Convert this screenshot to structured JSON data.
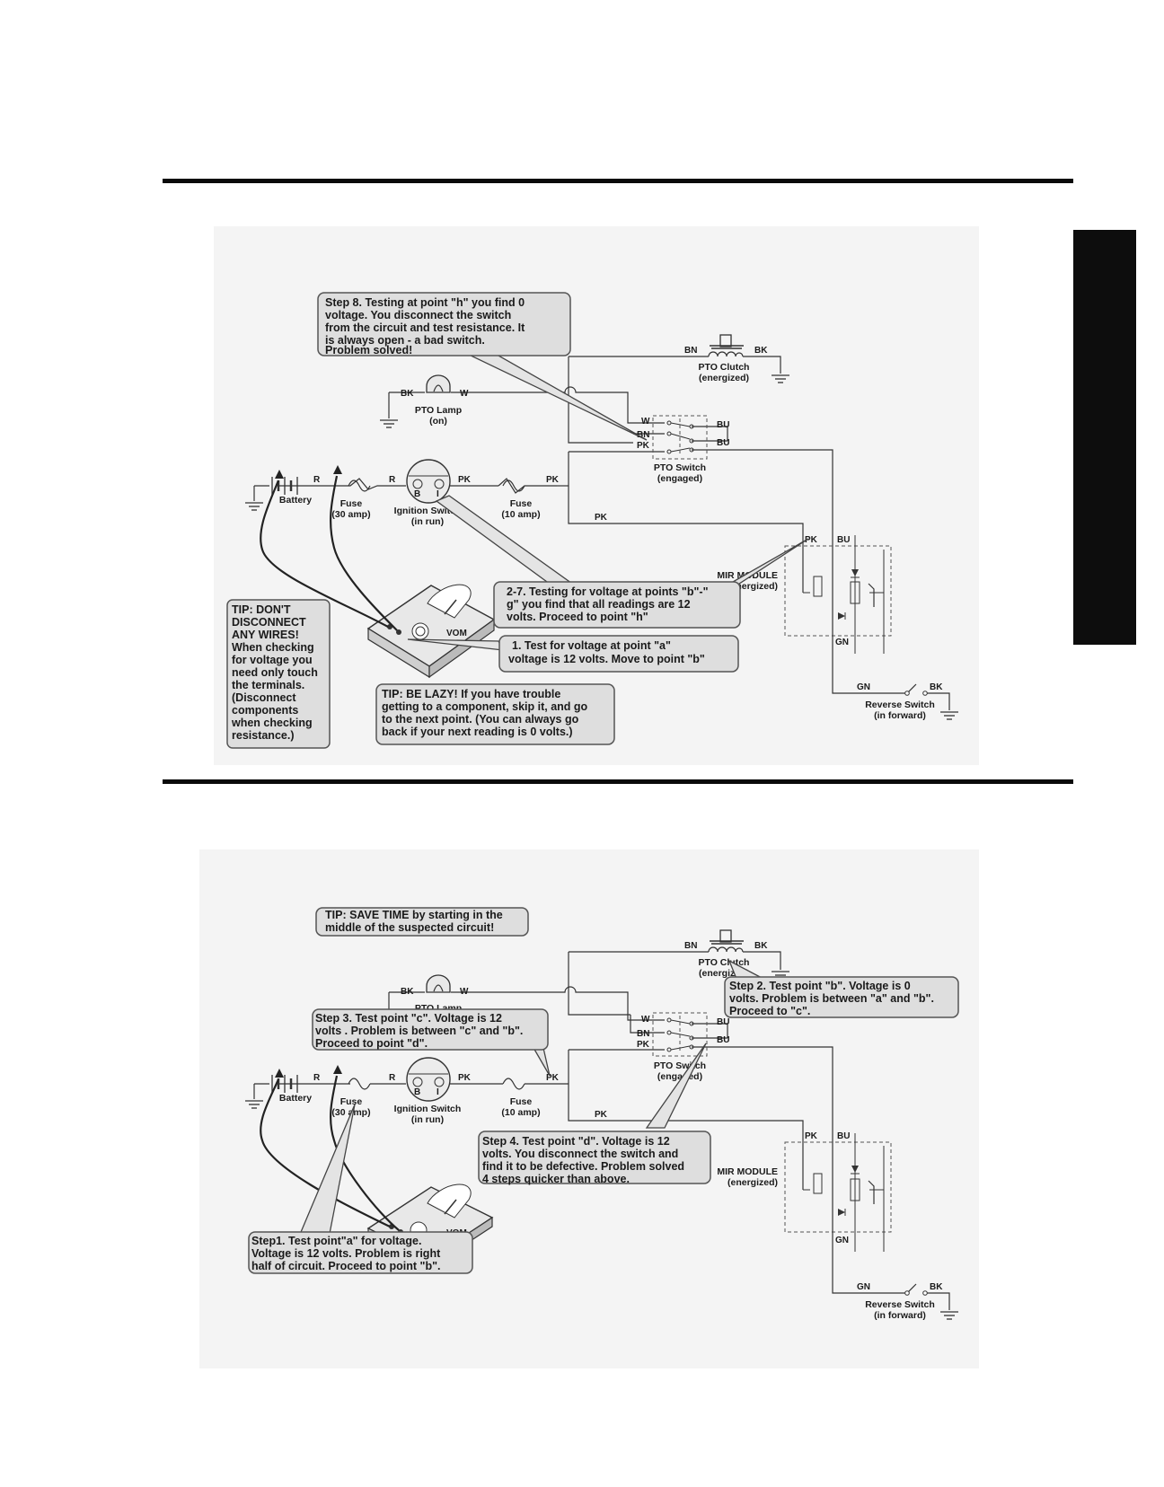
{
  "diagram1": {
    "wire_labels": {
      "bn_clutch": "BN",
      "bk_clutch": "BK",
      "bk_lamp": "BK",
      "w_lamp": "W",
      "sw_w": "W",
      "sw_bn": "BN",
      "sw_pk": "PK",
      "sw_bu1": "BU",
      "sw_bu2": "BU",
      "bat_r": "R",
      "ign_r": "R",
      "ign_pk": "PK",
      "fuse10_pk": "PK",
      "mod_pk_in": "PK",
      "mod_pk": "PK",
      "mod_bu": "BU",
      "mod_gn": "GN",
      "rev_gn": "GN",
      "rev_bk": "BK",
      "ign_b": "B",
      "ign_i": "I"
    },
    "components": {
      "pto_clutch": "PTO Clutch",
      "pto_clutch_state": "(energized)",
      "pto_lamp": "PTO Lamp",
      "pto_lamp_state": "(on)",
      "pto_switch": "PTO Switch",
      "pto_switch_state": "(engaged)",
      "battery": "Battery",
      "fuse30": "Fuse",
      "fuse30_rating": "(30 amp)",
      "ignition": "Ignition Switch",
      "ignition_state": "(in run)",
      "fuse10": "Fuse",
      "fuse10_rating": "(10 amp)",
      "module": "MIR MODULE",
      "module_state": "(energized)",
      "reverse": "Reverse Switch",
      "reverse_state": "(in forward)",
      "meter_label": "VOM"
    },
    "callouts": {
      "step8": [
        "Step 8. Testing at point \"h\" you find 0",
        "voltage. You disconnect the switch",
        "from the circuit and test resistance. It",
        "is always open - a bad switch.",
        "Problem solved!"
      ],
      "step2_7": [
        "2-7. Testing for voltage at points \"b\"-\"",
        "g\" you find that all readings are 12",
        "volts. Proceed to point \"h\""
      ],
      "step1": [
        "1. Test for voltage at point \"a\"",
        "voltage is 12 volts. Move to point \"b\""
      ],
      "tip_dont": [
        "TIP: DON'T",
        "DISCONNECT",
        "ANY WIRES!",
        "When checking",
        "for voltage you",
        "need only touch",
        "the terminals.",
        "(Disconnect",
        "components",
        "when checking",
        "resistance.)"
      ],
      "tip_lazy": [
        "TIP: BE LAZY! If you have trouble",
        "getting to a component, skip it, and go",
        "to the next point. (You can always go",
        "back if your next reading is 0 volts.)"
      ]
    }
  },
  "diagram2": {
    "wire_labels": {
      "bn_clutch": "BN",
      "bk_clutch": "BK",
      "bk_lamp": "BK",
      "w_lamp": "W",
      "sw_w": "W",
      "sw_bn": "BN",
      "sw_pk": "PK",
      "sw_bu1": "BU",
      "sw_bu2": "BU",
      "bat_r": "R",
      "ign_r": "R",
      "ign_pk": "PK",
      "fuse10_pk": "PK",
      "mod_pk_in": "PK",
      "mod_pk": "PK",
      "mod_bu": "BU",
      "mod_gn": "GN",
      "rev_gn": "GN",
      "rev_bk": "BK",
      "ign_b": "B",
      "ign_i": "I"
    },
    "components": {
      "pto_clutch": "PTO Clutch",
      "pto_clutch_state": "(energized)",
      "pto_lamp": "PTO Lamp",
      "pto_switch": "PTO Switch",
      "pto_switch_state": "(engaged)",
      "battery": "Battery",
      "fuse30": "Fuse",
      "fuse30_rating": "(30 amp)",
      "ignition": "Ignition Switch",
      "ignition_state": "(in run)",
      "fuse10": "Fuse",
      "fuse10_rating": "(10 amp)",
      "module": "MIR MODULE",
      "module_state": "(energized)",
      "reverse": "Reverse Switch",
      "reverse_state": "(in forward)",
      "meter_label": "VOM"
    },
    "callouts": {
      "tip_save": [
        "TIP: SAVE TIME by starting in the",
        "middle of the suspected circuit!"
      ],
      "step2": [
        "Step 2. Test point \"b\". Voltage is 0",
        "volts. Problem is between \"a\" and \"b\".",
        "Proceed to \"c\"."
      ],
      "step3": [
        "Step 3. Test point \"c\". Voltage is 12",
        "volts . Problem is between \"c\" and \"b\".",
        "Proceed to point \"d\"."
      ],
      "step4": [
        "Step 4. Test point \"d\". Voltage is 12",
        "volts. You disconnect the switch and",
        "find it to be defective. Problem solved",
        "4 steps quicker than above."
      ],
      "step1": [
        "Step1. Test point\"a\" for voltage.",
        "Voltage is 12 volts. Problem is right",
        "half of circuit. Proceed to point \"b\"."
      ]
    }
  }
}
